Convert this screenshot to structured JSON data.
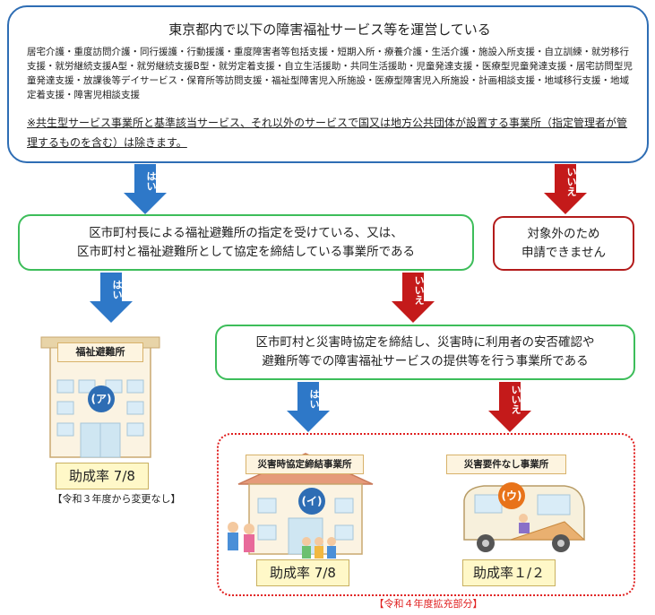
{
  "top": {
    "title": "東京都内で以下の障害福祉サービス等を運営している",
    "services": "居宅介護・重度訪問介護・同行援護・行動援護・重度障害者等包括支援・短期入所・療養介護・生活介護・施設入所支援・自立訓練・就労移行支援・就労継続支援A型・就労継続支援B型・就労定着支援・自立生活援助・共同生活援助・児童発達支援・医療型児童発達支援・居宅訪問型児童発達支援・放課後等デイサービス・保育所等訪問支援・福祉型障害児入所施設・医療型障害児入所施設・計画相談支援・地域移行支援・地域定着支援・障害児相談支援",
    "note": "※共生型サービス事業所と基準該当サービス、それ以外のサービスで国又は地方公共団体が設置する事業所（指定管理者が管理するものを含む）は除きます。"
  },
  "labels": {
    "yes": "はい",
    "no": "いいえ"
  },
  "box_designation": {
    "line1": "区市町村長による福祉避難所の指定を受けている、又は、",
    "line2": "区市町村と福祉避難所として協定を締結している事業所である"
  },
  "box_excluded": {
    "line1": "対象外のため",
    "line2": "申請できません"
  },
  "box_agreement": {
    "line1": "区市町村と災害時協定を締結し、災害時に利用者の安否確認や",
    "line2": "避難所等での障害福祉サービスの提供等を行う事業所である"
  },
  "outcome_a": {
    "plate": "福祉避難所",
    "badge": "(ア)",
    "rate": "助成率 7/8",
    "note": "【令和３年度から変更なし】"
  },
  "outcome_i": {
    "plate": "災害時協定締結事業所",
    "badge": "(イ)",
    "rate": "助成率 7/8"
  },
  "outcome_u": {
    "plate": "災害要件なし事業所",
    "badge": "(ウ)",
    "rate": "助成率１/２"
  },
  "expand_caption": "【令和４年度拡充部分】",
  "colors": {
    "blue": "#2e78c8",
    "red": "#c41a1a",
    "green": "#3dbd5a",
    "dotted": "#e02020",
    "badge": "#2e6db4",
    "badge_u": "#e8731a"
  }
}
